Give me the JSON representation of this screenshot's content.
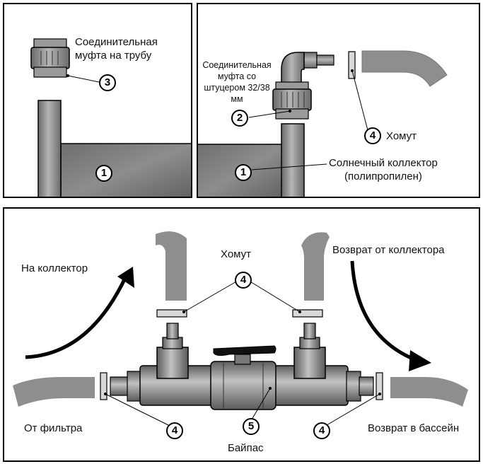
{
  "top_left": {
    "coupling_label": "Соединительная\nмуфта на трубу",
    "coupling_number": "3",
    "collector_number": "1"
  },
  "top_right": {
    "fitting_label": "Соединительная\nмуфта со\nштуцером 32/38\nмм",
    "fitting_number": "2",
    "clamp_number": "4",
    "clamp_label": "Хомут",
    "collector_number": "1",
    "collector_label": "Солнечный коллектор\n(полипропилен)"
  },
  "bottom": {
    "to_collector": "На коллектор",
    "clamp_label": "Хомут",
    "return_from_collector": "Возврат от коллектора",
    "from_filter": "От фильтра",
    "return_to_pool": "Возврат в бассейн",
    "bypass": "Байпас",
    "clamp_number": "4",
    "bypass_number": "5"
  },
  "colors": {
    "pipe": "#9a9a9a",
    "pipe_dark": "#6e6e6e",
    "collector_fill": "#777777",
    "outline": "#000000"
  }
}
